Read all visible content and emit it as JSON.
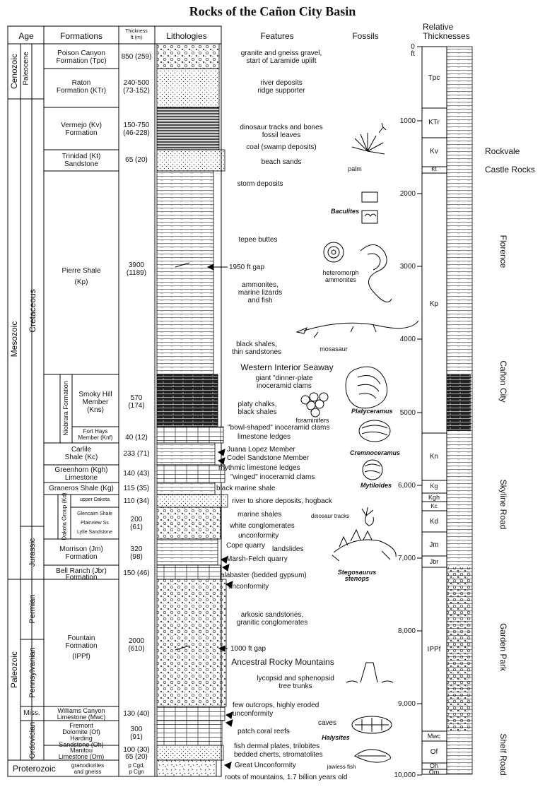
{
  "title": "Rocks of the Cañon City Basin",
  "headers": {
    "age": "Age",
    "formations": "Formations",
    "thickness": "Thickness",
    "thickness_units": "ft     (m)",
    "lithologies": "Lithologies",
    "features": "Features",
    "fossils": "Fossils",
    "relative": "Relative",
    "relative2": "Thicknesses"
  },
  "eras": [
    "Cenozoic",
    "Mesozoic",
    "Paleozoic",
    "Proterozoic"
  ],
  "periods": [
    "Paleocene",
    "Cretaceous",
    "Jurassic",
    "Permian",
    "Pennsylvanian",
    "Miss.",
    "Ordovician"
  ],
  "groups": [
    "Niobrara Formation",
    "Dakota Group (Kd)"
  ],
  "formations": [
    {
      "l1": "Poison Canyon",
      "l2": "Formation (Tpc)",
      "thick": "850 (259)"
    },
    {
      "l1": "Raton",
      "l2": "Formation (KTr)",
      "thick": "240-500",
      "thick2": "(73-152)"
    },
    {
      "l1": "Vermejo (Kv)",
      "l2": "Formation",
      "thick": "150-750",
      "thick2": "(46-228)"
    },
    {
      "l1": "Trinidad (Kt)",
      "l2": "Sandstone",
      "thick": "65 (20)"
    },
    {
      "l1": "Pierre Shale",
      "l2": "(Kp)",
      "thick": "3900",
      "thick2": "(1189)"
    },
    {
      "l1": "Smoky Hill",
      "l2": "Member",
      "l3": "(Kns)",
      "thick": "570",
      "thick2": "(174)"
    },
    {
      "l1": "Fort Hays",
      "l2": "Member (Knf)",
      "thick": "40 (12)"
    },
    {
      "l1": "Carlile",
      "l2": "Shale  (Kc)",
      "thick": "233 (71)"
    },
    {
      "l1": "Greenhorn (Kgh)",
      "l2": "Limestone",
      "thick": "140 (43)"
    },
    {
      "l1": "Graneros Shale (Kg)",
      "thick": "115 (35)"
    },
    {
      "l1": "upper Dakota",
      "thick": "110 (34)"
    },
    {
      "l1": "Glencairn Shale",
      "l2": "Plainview Ss",
      "l3": "Lytle Sandstone",
      "thick": "200",
      "thick2": "(61)"
    },
    {
      "l1": "Morrison (Jm)",
      "l2": "Formation",
      "thick": "320",
      "thick2": "(98)"
    },
    {
      "l1": "Bell Ranch (Jbr)",
      "l2": "Formation",
      "thick": "150 (46)"
    },
    {
      "l1": "Fountain",
      "l2": "Formation",
      "l3": "(IPPf)",
      "thick": "2000",
      "thick2": "(610)"
    },
    {
      "l1": "Williams Canyon",
      "l2": "Limestone (Mwc)",
      "thick": "130 (40)"
    },
    {
      "l1": "Fremont",
      "l2": "Dolomite (Of)",
      "thick": "300",
      "thick2": "(91)"
    },
    {
      "l1": "Harding",
      "l2": "Sandstone (Oh)"
    },
    {
      "l1": "Manitou",
      "l2": "Limestone (Om)",
      "thick": "100 (30)",
      "thick3": "65 (20)"
    },
    {
      "l1": "granodiorites",
      "l2": "and gneiss",
      "thick": "p Cgd,",
      "thick2": "p Cgn"
    }
  ],
  "features": [
    "granite and gneiss gravel,",
    "start of Laramide uplift",
    "river deposits",
    "ridge supporter",
    "dinosaur tracks and bones",
    "fossil leaves",
    "coal (swamp deposits)",
    "beach sands",
    "storm deposits",
    "tepee buttes",
    "1950 ft gap",
    "ammonites,",
    "marine lizards",
    "and fish",
    "black shales,",
    "thin sandstones",
    "Western Interior Seaway",
    "giant \"dinner-plate",
    "inoceramid clams",
    "platy chalks,",
    "black shales",
    "\"bowl-shaped\" inoceramid clams",
    "limestone ledges",
    "Juana Lopez Member",
    "Codel Sandstone Member",
    "rhythmic limestone ledges",
    "\"winged\" inoceramid clams",
    "black marine shale",
    "river to shore deposits, hogback",
    "marine shales",
    "white conglomerates",
    "unconformity",
    "Cope quarry",
    "landslides",
    "Marsh-Felch quarry",
    "alabaster (bedded gypsum)",
    "unconformity",
    "arkosic sandstones,",
    "granitic conglomerates",
    "1000 ft gap",
    "Ancestral Rocky Mountains",
    "lycopsid and sphenopsid",
    "tree trunks",
    "few outcrops, highly eroded",
    "unconformity",
    "patch coral reefs",
    "fish dermal plates, trilobites",
    "bedded cherts, stromatolites",
    "Great Unconformity",
    "roots of mountains, 1.7 billion years old"
  ],
  "fossils": [
    "palm",
    "Baculites",
    "heteromorph",
    "ammonites",
    "mosasaur",
    "Platyceramus",
    "foraminifers",
    "Cremnoceramus",
    "Mytiloides",
    "dinosaur tracks",
    "Stegosaurus",
    "stenops",
    "caves",
    "Halysites",
    "jawless fish"
  ],
  "scale": {
    "ticks": [
      "0",
      "1000",
      "2000",
      "3000",
      "4000",
      "5000",
      "6,000",
      "7,000",
      "8,000",
      "9,000",
      "10,000"
    ],
    "unit": "ft",
    "units": [
      "Tpc",
      "KTr",
      "Kv",
      "Kt",
      "Kp",
      "Kn",
      "Kg",
      "Kgh",
      "Kc",
      "Kd",
      "Jm",
      "Jbr",
      "IPPf",
      "Mwc",
      "Of",
      "Oh",
      "Om"
    ]
  },
  "places": [
    "Rockvale",
    "Castle Rocks",
    "Florence",
    "Cañon City",
    "Skyline Road",
    "Garden Park",
    "Shelf Road"
  ]
}
